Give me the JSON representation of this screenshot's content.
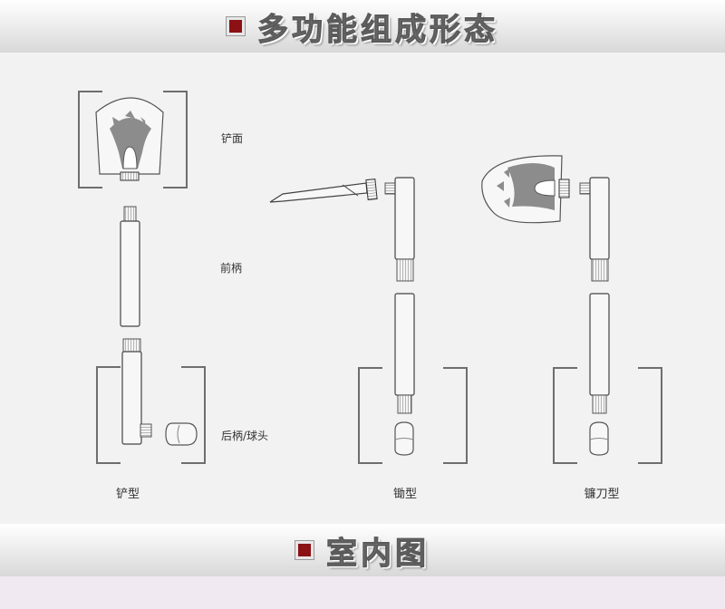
{
  "header": {
    "title": "多功能组成形态"
  },
  "parts": {
    "blade": "铲面",
    "front_handle": "前柄",
    "rear_handle": "后柄/球头"
  },
  "modes": {
    "shovel": "铲型",
    "hoe": "锄型",
    "sickle": "镰刀型"
  },
  "footer": {
    "title": "室内图"
  },
  "colors": {
    "accent": "#8b1114",
    "panel": "#f2f2f2",
    "line": "#6e6e6e",
    "blade_gray": "#8c8c8c"
  },
  "icons": {
    "bullet": "square-bullet-icon"
  }
}
